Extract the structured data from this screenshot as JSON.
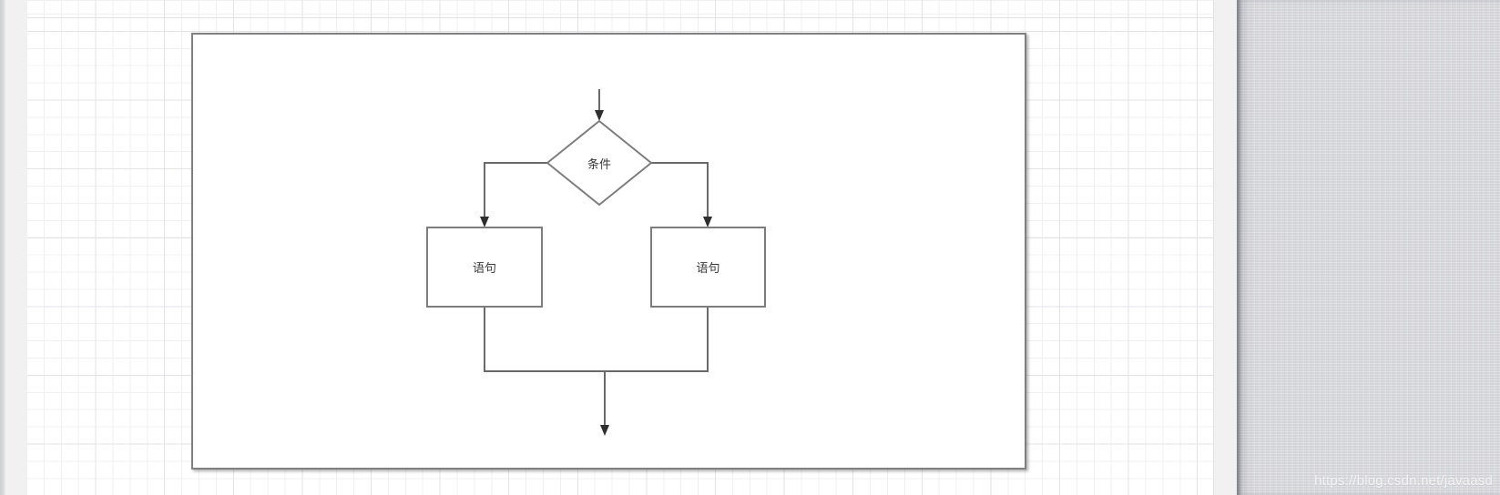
{
  "diagram": {
    "nodes": [
      {
        "id": "condition",
        "shape": "diamond",
        "label": "条件"
      },
      {
        "id": "statement-left",
        "shape": "rectangle",
        "label": "语句"
      },
      {
        "id": "statement-right",
        "shape": "rectangle",
        "label": "语句"
      }
    ],
    "connectors": [
      {
        "id": "entry-arrow",
        "from": "start",
        "to": "condition"
      },
      {
        "id": "branch-left-arrow",
        "from": "condition",
        "to": "statement-left"
      },
      {
        "id": "branch-right-arrow",
        "from": "condition",
        "to": "statement-right"
      },
      {
        "id": "merge-exit-arrow",
        "from": "statements-merge",
        "to": "end"
      }
    ]
  },
  "watermark": {
    "text": "https://blog.csdn.net/javaasd"
  },
  "colors": {
    "canvas_bg": "#ffffff",
    "grid_minor": "#f0f0f3",
    "grid_major": "#e3e3e7",
    "gutter_bg": "#f1f1f2",
    "panel_bg": "#d5d6da",
    "page_border": "#808080",
    "shape_stroke": "#7d7d7d",
    "shape_fill": "#ffffff",
    "connector_stroke": "#6a6a6a",
    "arrowhead_fill": "#2f2f2f",
    "label_color": "#3a3a3a",
    "watermark_color": "rgba(255,255,255,0.75)"
  }
}
